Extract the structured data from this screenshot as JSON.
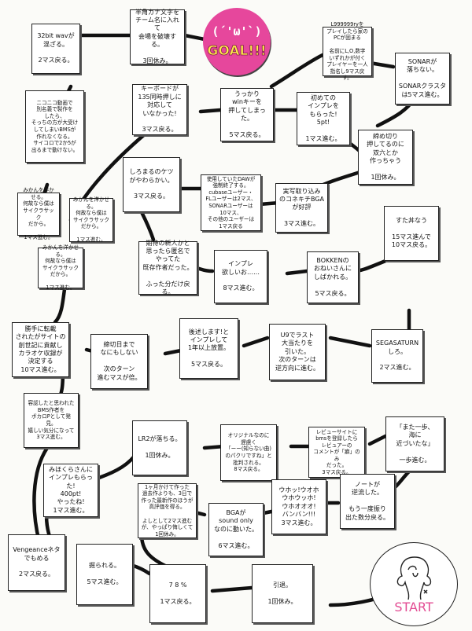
{
  "goal": {
    "face": "(´'ω'`)",
    "label": "GOAL!!!"
  },
  "start": {
    "label": "START"
  },
  "squares": [
    "32bit wavが\n混ざる。\n\n2マス戻る。",
    "半角カナ文字を\nチーム名に入れて\n会場を破壊する。\n\n3回休み。",
    "L999999ryを\nプレイしたら家の\nPCが固まる\n\n名前にL,O,数字\nいずれかが付く\nプレイヤーを一人\n指名し9マス戻す。",
    "SONARが\n落ちない。\n\nSONARクラスタ\nは5マス進む。",
    "ニコニコ動画で\n別名義で製作を\nしたら、\nそっちの方が大受け\nしてしまいBMSが\n作れなくなる。\nサイコロで2か5が\n出るまで動けない。",
    "キーボードが\n135同時押しに\n対応して\nいなかった!\n\n3マス戻る。",
    "うっかり\nwinキーを\n押してしまった。\n\n5マス戻る。",
    "初めての\nインプレを\nもらった!\n5pt!\n\n1マス進む。",
    "締め切り\n押してるのに\n双六とか\n作っちゃう\n\n1回休み。",
    "しろまるのケツ\nがやわらかい。\n\n3マス戻る。",
    "使用していたDAWが\n強制終了する。\ncubaseユーザー・\nFLユーザーは2マス、\nSONARユーザーは\n10マス、\nその他のユーザーは\n1マス戻る",
    "実写取り込み\nのコネキチBGA\nが好評\n\n3マス進む。",
    "みかんを洋かせる。\n何故なら僕は\nサイクラサック\nだから。\n\n1マス進む。",
    "みかんを洋かせる。\n何故なら僕は\nサイクラサック\nだから。\n\n1マス進む。",
    "みかんを洋かせる。\n何故なら僕は\nサイクラサック\nだから。\n\n1マス進む。",
    "期待の新人かと\n思ったら匿名で\nやってた\n既存作者だった。\n\nふった分だけ戻る。",
    "インプレ\n欲しいお……\n\n8マス進む。",
    "BOKKENの\nおねいさんに\nしばかれる。\n\n5マス戻る。",
    "すた丼なう\n\n15マス進んで\n10マス戻る。",
    "勝手に転載\nされたがサイトの\n創世記に貢献し\nカラオケ収録が\n決定する\n10マス進む。",
    "締切日まで\nなにもしない\n\n次のターン\n進むマスが倍。",
    "後述します!と\nインプレして\n1年以上放置。\n\n5マス戻る。",
    "U9でラスト\n大当たりを\n引いた。\n次のターンは\n逆方向に進む。",
    "SEGASATURN\nしろ。\n\n2マス進む。",
    "容認したと思われた\nBMS作者を\nボカロPとして発見。\n嬉しい気分になって\n3マス進む。",
    "LR2が落ちる。\n\n1回休み。",
    "オリジナルなのに\n遅慮く\n「ーー(知らない曲)\nのパクリですね」と\n批判される。\n8マス戻る。",
    "レビューサイトに\nbmsを登録したら\nレビュアーの\nコメントが「癖」のみ\nだった。\n3マス戻る。",
    "「また一歩、\n海に\n近づいたな」\n\n一歩進む。",
    "みほくらさんに\nインプレもらった!\n400pt!\nやったね!\n1マス進む。",
    "1ヶ月かけて作った\n過去作よりも、3日で\n作った最新作のほうが\n高評価を得る。\n\nよしとして2マス進む\nが、やっぱり悔しくて\n1回休み。",
    "BGAが\nsound only\nなのに動いた。\n\n6マス進む。",
    "ウホッ!ウオホ\nウホウッホ!\nウホオオオ!\nバンバン!!!\n3マス進む。",
    "ノートが\n逆流した。\n\nもう一度振り\n出た数分戻る。",
    "Vengeanceネタ\nでもめる\n\n2マス戻る。",
    "掘られる。\n\n5マス進む。",
    "7 8 %\n\n1マス戻る。",
    "引退。\n\n1回休み。"
  ]
}
